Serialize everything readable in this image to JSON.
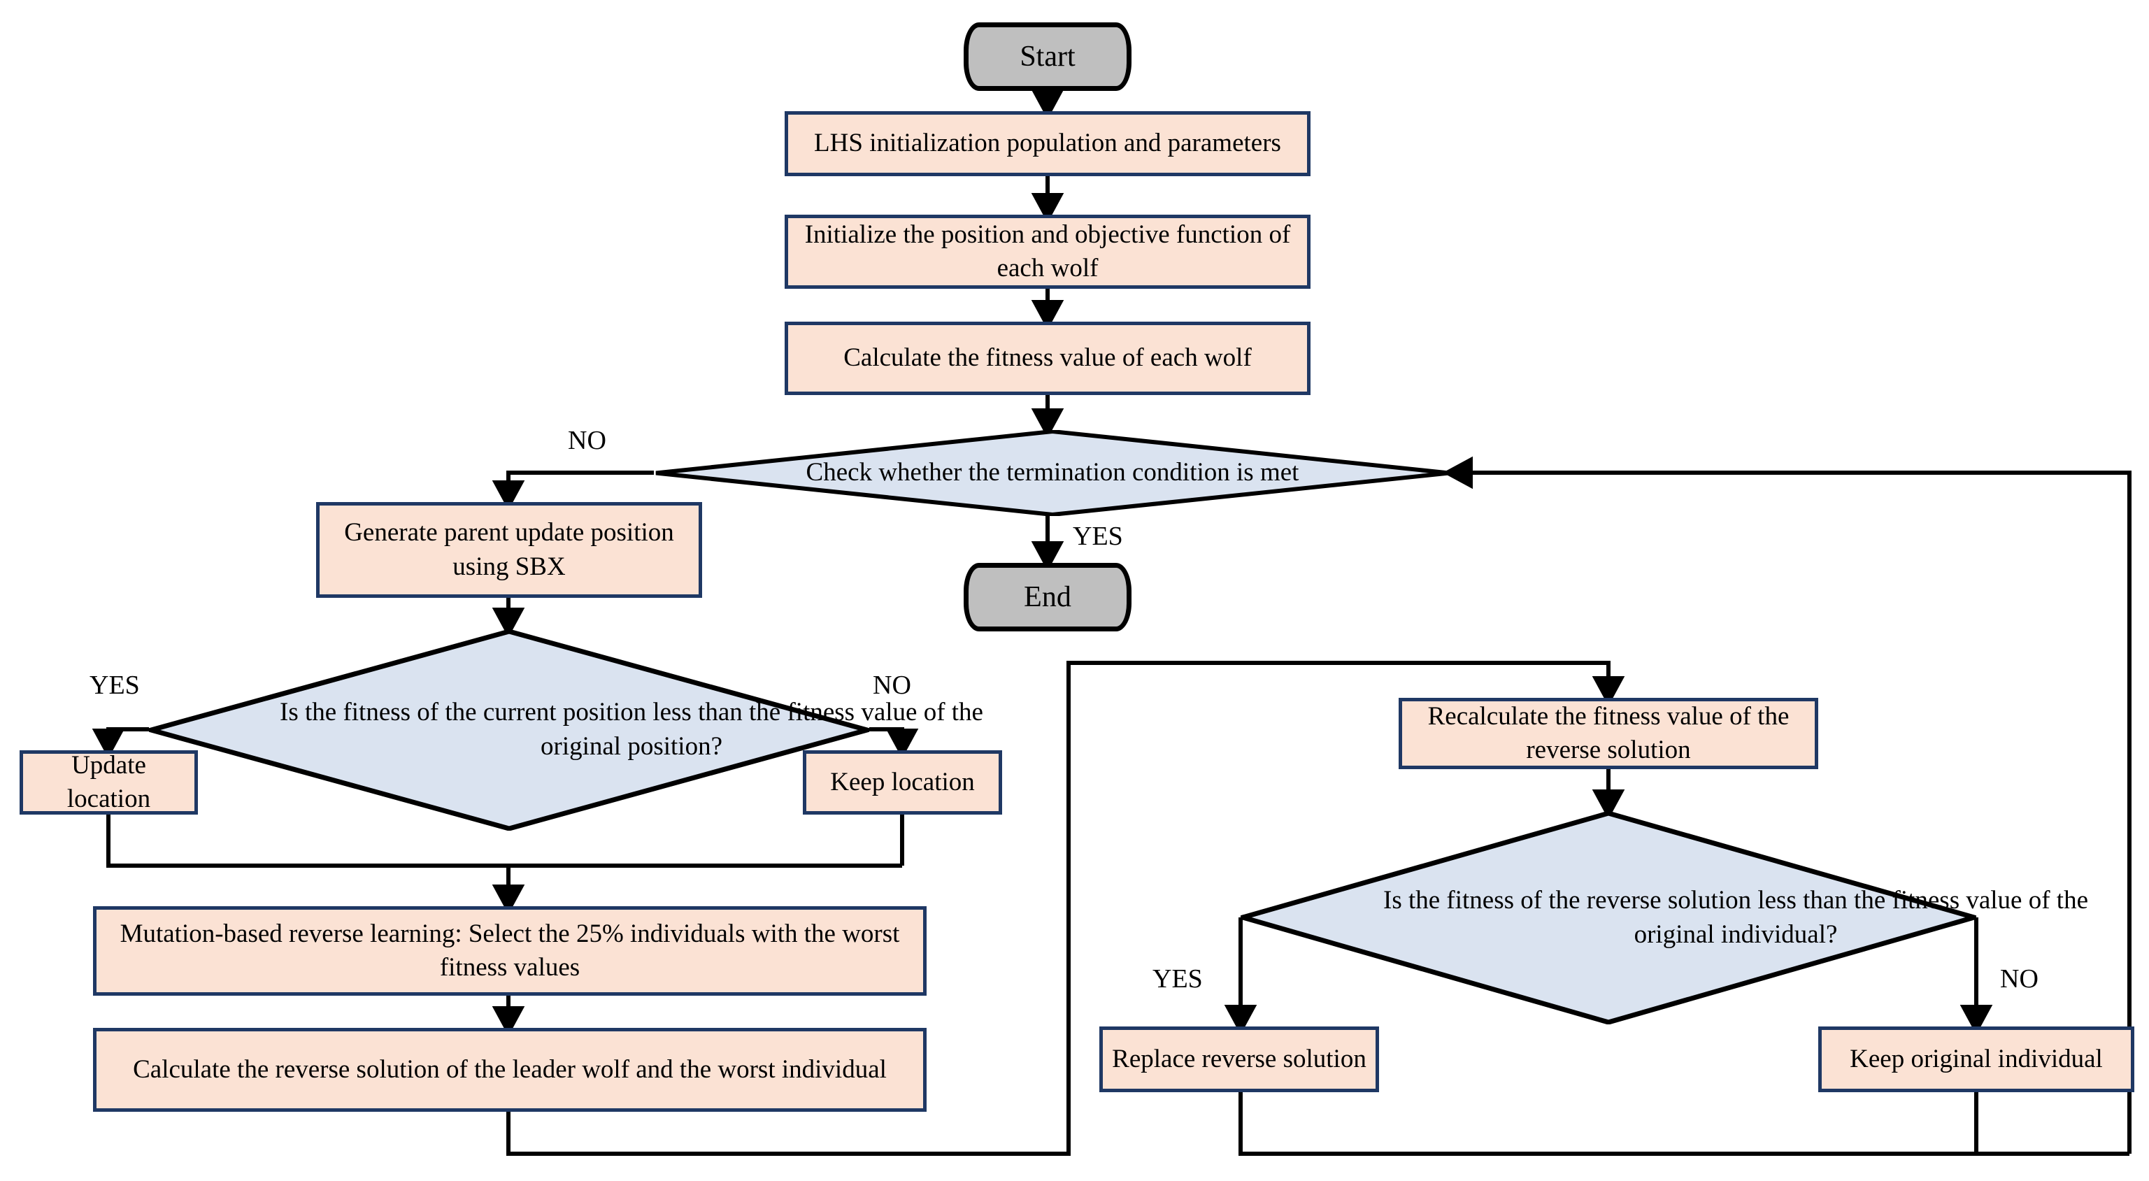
{
  "diagram": {
    "type": "flowchart",
    "title": "Improved Grey Wolf Optimizer algorithm flowchart",
    "colors": {
      "process_fill": "#FBE2D4",
      "process_border": "#1F3864",
      "decision_fill": "#DAE3F0",
      "decision_border": "#000000",
      "terminator_fill": "#BFBFBF",
      "terminator_border": "#000000",
      "connector": "#000000"
    },
    "nodes": {
      "start": "Start",
      "lhs_init": "LHS initialization population and parameters",
      "init_position": "Initialize the position and objective function of each wolf",
      "calc_fitness": "Calculate the fitness value of each wolf",
      "termination_check": "Check whether the termination condition is met",
      "end": "End",
      "generate_sbx": "Generate parent update position using SBX",
      "fitness_compare": "Is the fitness of the current position less than the fitness value of the original position?",
      "update_location": "Update location",
      "keep_location": "Keep location",
      "mutation_reverse": "Mutation-based reverse learning: Select the 25% individuals with the worst fitness values",
      "calc_reverse": "Calculate the reverse solution of the leader wolf and the worst individual",
      "recalc_reverse": "Recalculate the fitness value of the reverse solution",
      "reverse_compare": "Is the fitness of the reverse solution less than the fitness value of the original individual?",
      "replace_reverse": "Replace reverse solution",
      "keep_original": "Keep original individual"
    },
    "edge_labels": {
      "termination_no": "NO",
      "termination_yes": "YES",
      "fitness_yes": "YES",
      "fitness_no": "NO",
      "reverse_yes": "YES",
      "reverse_no": "NO"
    }
  }
}
